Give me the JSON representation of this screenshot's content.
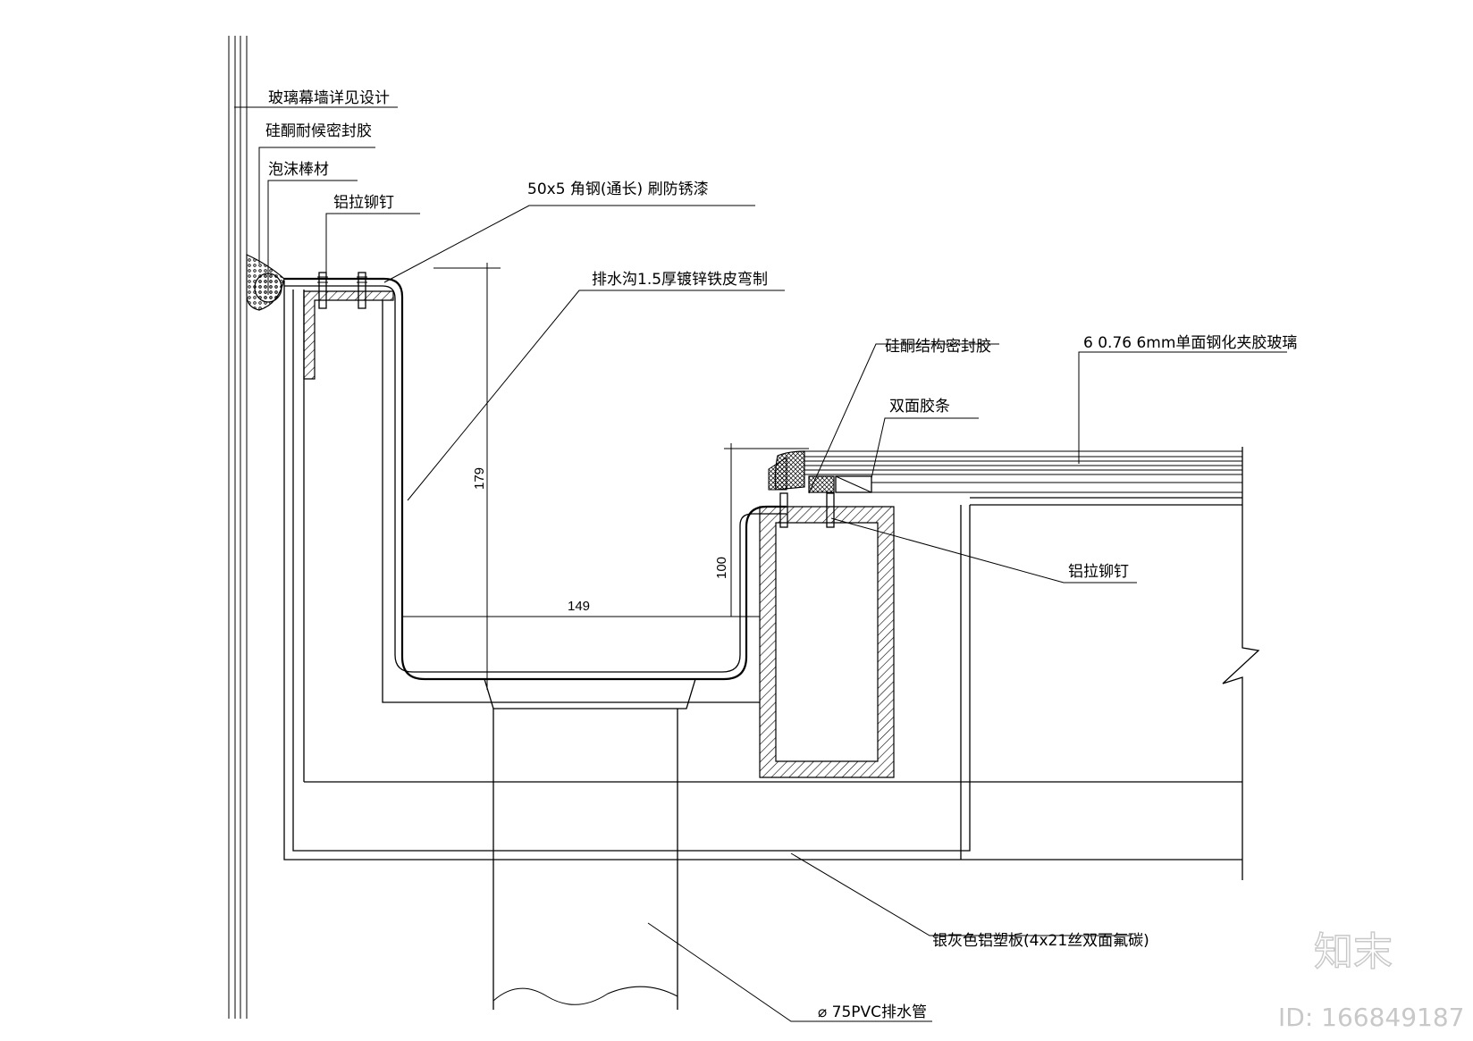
{
  "labels": {
    "glass_curtain_wall": "玻璃幕墙详见设计",
    "silicone_weather_sealant": "硅酮耐候密封胶",
    "foam_rod": "泡沫棒材",
    "aluminum_rivet_top": "铝拉铆钉",
    "angle_steel": "50x5    角钢(通长) 刷防锈漆",
    "gutter": "排水沟1.5厚镀锌铁皮弯制",
    "structural_sealant": "硅酮结构密封胶",
    "laminated_glass": "6 0.76 6mm单面钢化夹胶玻璃",
    "double_sided_tape": "双面胶条",
    "aluminum_rivet_right": "铝拉铆钉",
    "aluminum_panel": "银灰色铝塑板(4x21丝双面氟碳)",
    "pvc_pipe": "⌀ 75PVC排水管"
  },
  "dimensions": {
    "gutter_depth": "179",
    "gutter_width": "149",
    "step_height": "100"
  },
  "watermark": {
    "logo": "知末",
    "id": "ID: 166849187"
  }
}
